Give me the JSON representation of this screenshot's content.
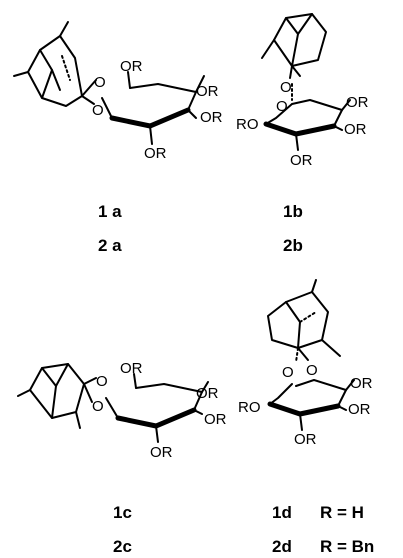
{
  "atoms": {
    "O": "O",
    "OR": "OR",
    "RO": "RO"
  },
  "labels": {
    "c1a": "1 a",
    "c2a": "2 a",
    "c1b": "1b",
    "c2b": "2b",
    "c1c": "1c",
    "c2c": "2c",
    "c1d": "1d",
    "c2d": "2d"
  },
  "legend": {
    "r_h": "R = H",
    "r_bn": "R = Bn"
  }
}
